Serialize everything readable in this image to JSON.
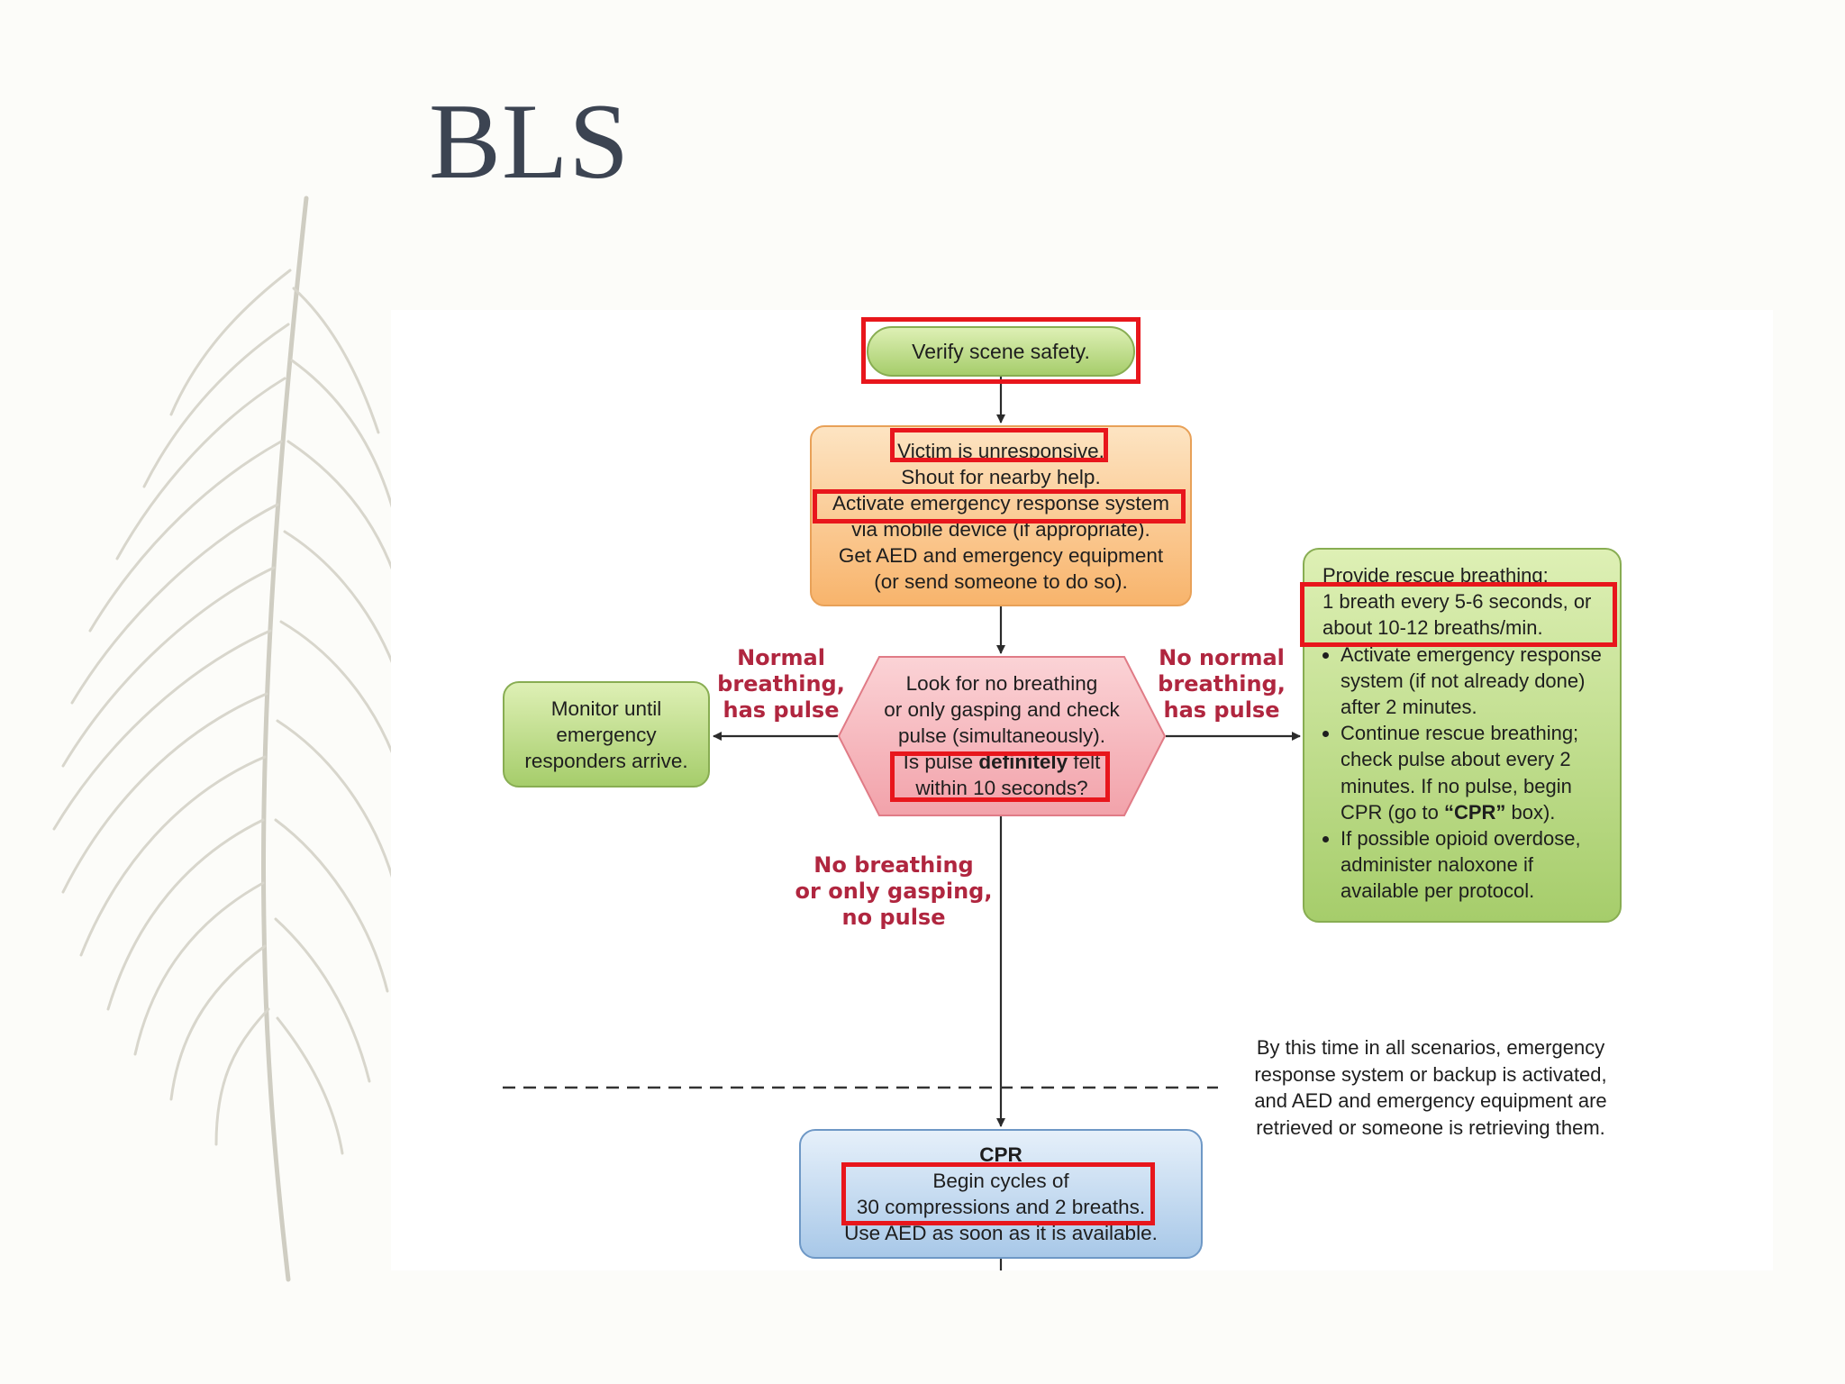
{
  "slide": {
    "title": "BLS"
  },
  "flowchart": {
    "scene_safety": "Verify scene safety.",
    "unresponsive_box": {
      "lines": [
        "Victim is unresponsive.",
        "Shout for nearby help.",
        "Activate emergency response system",
        "via mobile device (if appropriate).",
        "Get AED and emergency equipment",
        "(or send someone to do so)."
      ]
    },
    "assessment": {
      "lines": [
        "Look for no breathing",
        "or only gasping and check",
        "pulse (simultaneously).",
        "within 10 seconds?"
      ],
      "pulse_q_pre": "Is pulse ",
      "pulse_q_bold": "definitely",
      "pulse_q_post": " felt"
    },
    "branches": {
      "normal": [
        "Normal",
        "breathing,",
        "has pulse"
      ],
      "no_normal": [
        "No normal",
        "breathing,",
        "has pulse"
      ],
      "no_breathing": [
        "No breathing",
        "or only gasping,",
        "no pulse"
      ]
    },
    "monitor_box": {
      "lines": [
        "Monitor until",
        "emergency",
        "responders arrive."
      ]
    },
    "rescue_box": {
      "intro": [
        "Provide rescue breathing:",
        "1 breath every 5-6 seconds, or",
        "about 10-12 breaths/min."
      ],
      "bullet_1": "Activate emergency response system (if not already done) after 2 minutes.",
      "bullet_2_pre": "Continue rescue breathing; check pulse about every 2 minutes. If no pulse, begin CPR (go to ",
      "bullet_2_bold": "“CPR”",
      "bullet_2_post": " box).",
      "bullet_3": "If possible opioid overdose, administer naloxone if available per protocol."
    },
    "note": [
      "By this time in all scenarios, emergency",
      "response system or backup is activated,",
      "and AED and emergency equipment are",
      "retrieved or someone is retrieving them."
    ],
    "cpr_box": {
      "heading": "CPR",
      "lines": [
        "Begin cycles of",
        "30 compressions and 2 breaths.",
        "Use AED as soon as it is available."
      ]
    }
  },
  "colors": {
    "highlight": "#e8161c",
    "branch_label": "#b0263f",
    "title": "#3c4452"
  }
}
